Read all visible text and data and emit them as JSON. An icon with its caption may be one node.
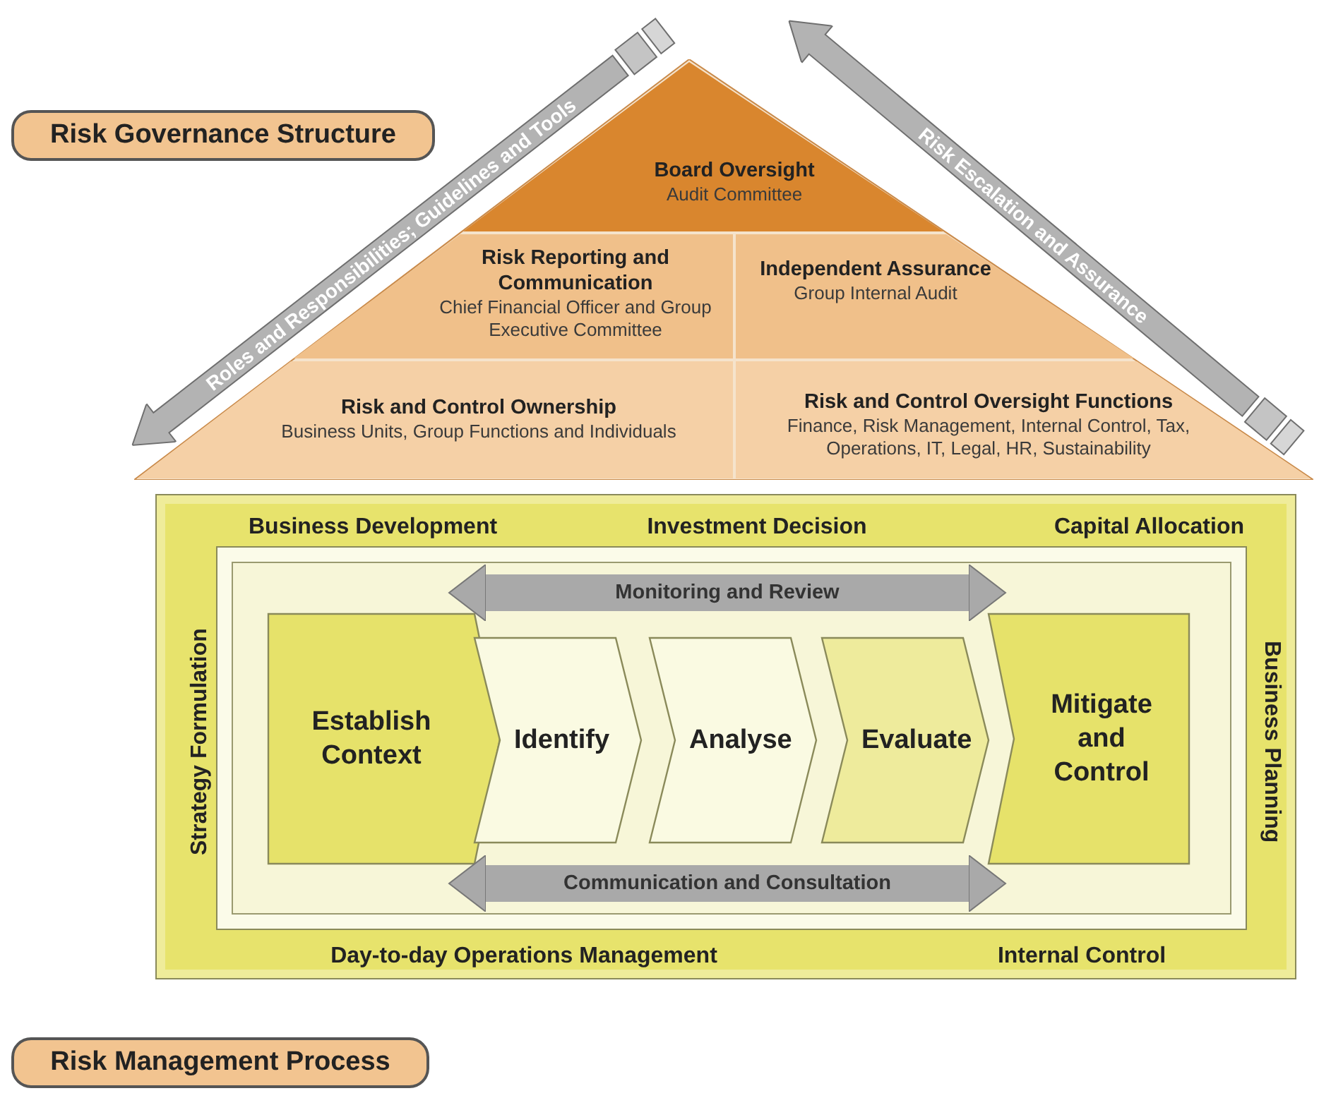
{
  "diagram": {
    "nodes": [
      {
        "text": [
          "Risk Governance Structure"
        ]
      },
      {
        "text": [],
        "shape": "triangle"
      },
      {
        "text": [
          "Board Oversight",
          "Audit Committee"
        ],
        "in": 1
      },
      {
        "text": [
          "Risk Reporting and Communication",
          "Chief Financial Officer and Group Executive Committee"
        ],
        "in": 1
      },
      {
        "text": [
          "Independent Assurance",
          "Group Internal Audit"
        ],
        "in": 1
      },
      {
        "text": [
          "Risk and Control Ownership",
          "Business Units, Group Functions and Individuals"
        ],
        "in": 1
      },
      {
        "text": [
          "Risk and Control Oversight Functions",
          "Finance, Risk Management, Internal Control, Tax, Operations, IT, Legal, HR, Sustainability"
        ],
        "in": 1
      },
      {
        "text": [
          "Business Development",
          "Investment Decision",
          "Capital Allocation",
          "Strategy Formulation",
          "Business Planning",
          "Day-to-day Operations Management",
          "Internal Control"
        ]
      },
      {
        "text": [],
        "shape": "box",
        "in": 7
      },
      {
        "text": [
          "Establish Context"
        ],
        "in": 8
      },
      {
        "text": [
          "Identify"
        ],
        "in": 8
      },
      {
        "text": [
          "Analyse"
        ],
        "in": 8
      },
      {
        "text": [
          "Evaluate"
        ],
        "in": 8
      },
      {
        "text": [
          "Mitigate and Control"
        ],
        "in": 8
      },
      {
        "text": [
          "Risk Management Process"
        ]
      }
    ],
    "edges": [
      {
        "from": 9,
        "to": 13,
        "arrow": "both",
        "label": "Monitoring and Review"
      },
      {
        "from": 9,
        "to": 13,
        "arrow": "both",
        "label": "Communication and Consultation"
      }
    ],
    "labels": [
      "Roles and Responsibilities; Guidelines and Tools",
      "Risk Escalation and Assurance"
    ]
  }
}
